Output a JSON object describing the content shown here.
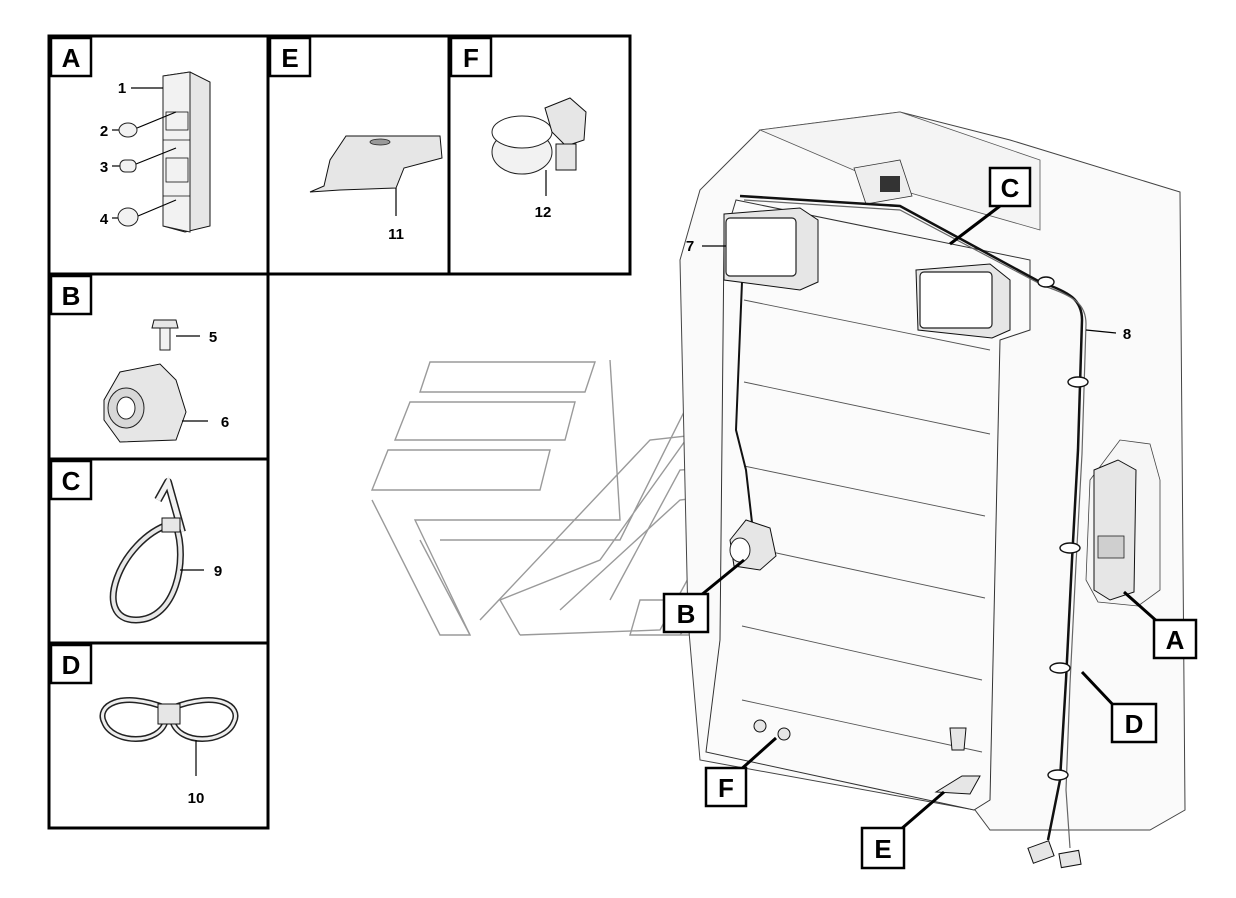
{
  "panels": [
    {
      "letter": "A",
      "parts": [
        "1",
        "2",
        "3",
        "4"
      ]
    },
    {
      "letter": "E",
      "parts": [
        "11"
      ]
    },
    {
      "letter": "F",
      "parts": [
        "12"
      ]
    },
    {
      "letter": "B",
      "parts": [
        "5",
        "6"
      ]
    },
    {
      "letter": "C",
      "parts": [
        "9"
      ]
    },
    {
      "letter": "D",
      "parts": [
        "10"
      ]
    }
  ],
  "callouts": [
    "A",
    "B",
    "C",
    "D",
    "E",
    "F"
  ],
  "part_numbers": [
    "1",
    "2",
    "3",
    "4",
    "5",
    "6",
    "7",
    "8",
    "9",
    "10",
    "11",
    "12"
  ]
}
